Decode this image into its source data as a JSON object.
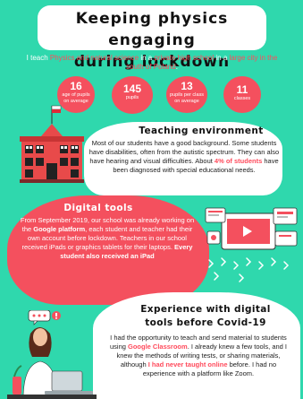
{
  "title": {
    "line1": "Keeping physics engaging",
    "line2": "during lockdown"
  },
  "intro": {
    "p1": "I teach ",
    "p2": "Physics and natural science",
    "p3": " in a ",
    "p4": "private high school",
    "p5": " in a ",
    "p6": "large city in the south of Poland",
    "p7": "."
  },
  "stats": [
    {
      "value": "16",
      "label": "age of pupils on average"
    },
    {
      "value": "145",
      "label": "pupils"
    },
    {
      "value": "13",
      "label": "pupils per class on average"
    },
    {
      "value": "11",
      "label": "classes"
    }
  ],
  "teaching": {
    "heading": "Teaching environment",
    "t1": "Most of our students have a good background. Some students have disabilities, often from the autistic spectrum. They can also have hearing and visual difficulties. About ",
    "t2": "4% of students",
    "t3": " have been diagnosed with special educational needs."
  },
  "digital": {
    "heading": "Digital tools",
    "t1": "From September 2019, our school was already working on the ",
    "t2": "Google platform",
    "t3": ", each student and teacher had their own account before lockdown. Teachers in our school received iPads or graphics tablets for their laptops. ",
    "t4": "Every student also received an iPad"
  },
  "experience": {
    "heading1": "Experience with digital",
    "heading2": "tools before Covid-19",
    "t1": "I had the opportunity to teach and send material to students using ",
    "t2": "Google Classroom",
    "t3": ". I already knew a few tools, and I knew the methods of writing tests, or sharing materials, although ",
    "t4": "I had never taught online",
    "t5": " before. I had no experience with a platform like Zoom."
  },
  "colors": {
    "background": "#2fd8ad",
    "accent": "#f4505e",
    "highlight": "#ff4b5c"
  }
}
